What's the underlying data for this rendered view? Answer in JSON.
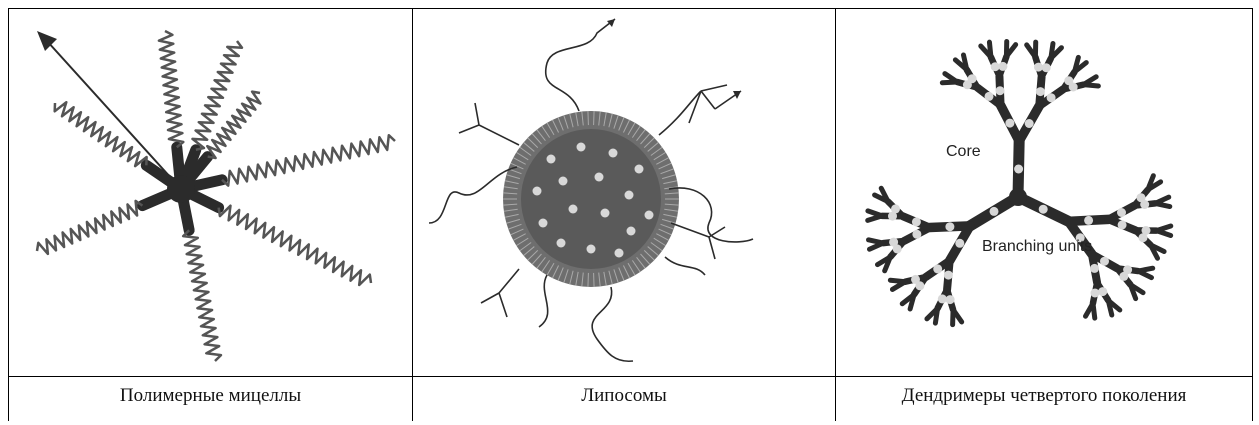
{
  "figures": [
    {
      "caption": "Полимерные мицеллы",
      "icon": "polymeric-micelle-illustration"
    },
    {
      "caption": "Липосомы",
      "icon": "liposome-illustration"
    },
    {
      "caption": "Дендримеры четвертого поколения",
      "icon": "dendrimer-illustration",
      "labels": {
        "core": "Core",
        "branching": "Branching units"
      }
    }
  ],
  "colors": {
    "ink": "#2b2b2b",
    "liposome_shell": "#6e6e6e",
    "liposome_core": "#5a5a5a",
    "node": "#d8d8d8"
  }
}
